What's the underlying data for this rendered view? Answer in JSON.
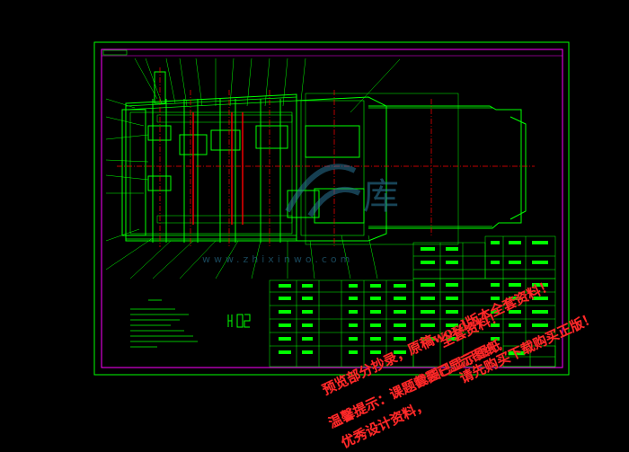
{
  "drawing": {
    "frame_color": "#ff00ff",
    "line_color": "#00ff00",
    "accent_color": "#ff0000",
    "bg_color": "#000000"
  },
  "watermark": {
    "logo_text": "库",
    "site_text": "www.zhixinwo.com",
    "line1": "预览部分抄录，原稿word版本全套资料！",
    "line2": "温馨提示：课题截图已显示图纸",
    "line3": "优秀设计资料，",
    "line4": "全套资料！",
    "line5": "套装已显示图纸",
    "line6": "请先购买下载购买正版！"
  }
}
